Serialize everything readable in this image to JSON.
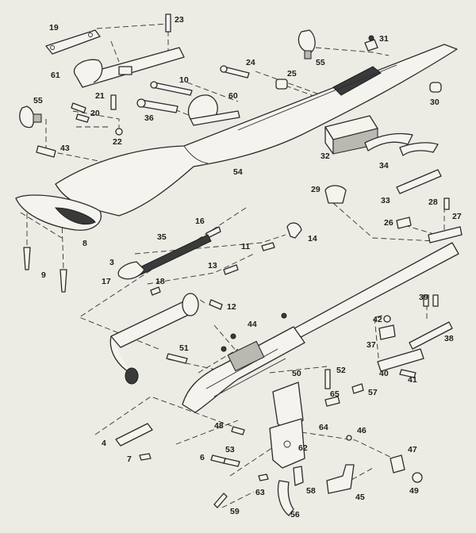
{
  "callouts": [
    "19",
    "23",
    "31",
    "61",
    "55",
    "24",
    "25",
    "10",
    "21",
    "60",
    "30",
    "20",
    "36",
    "22",
    "55",
    "43",
    "32",
    "34",
    "54",
    "29",
    "28",
    "33",
    "26",
    "27",
    "16",
    "35",
    "8",
    "11",
    "14",
    "9",
    "3",
    "13",
    "17",
    "18",
    "12",
    "39",
    "42",
    "44",
    "38",
    "37",
    "51",
    "40",
    "41",
    "50",
    "52",
    "57",
    "65",
    "64",
    "46",
    "48",
    "47",
    "6",
    "62",
    "7",
    "4",
    "63",
    "58",
    "45",
    "49",
    "59",
    "56",
    "53"
  ]
}
